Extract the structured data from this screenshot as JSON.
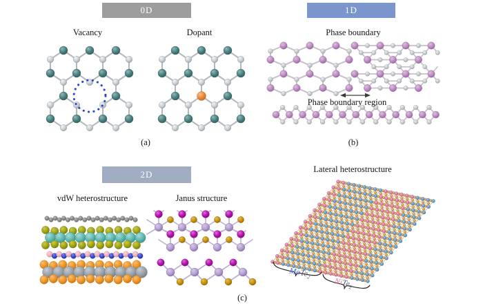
{
  "panels": {
    "a": {
      "bar": {
        "label": "0D",
        "color": "#9d9d9d"
      },
      "items": [
        {
          "label": "Vacancy"
        },
        {
          "label": "Dopant"
        }
      ],
      "caption": "(a)",
      "colors": {
        "bond": "#b3b8bc",
        "vacancy_ring": "#2945c8"
      }
    },
    "b": {
      "bar": {
        "label": "1D",
        "color": "#7b96cd"
      },
      "title": "Phase boundary",
      "region_label": "Phase boundary region",
      "caption": "(b)",
      "colors": {
        "bond": "#c9bfcb",
        "arrow": "#3a3a3a"
      }
    },
    "c": {
      "bar": {
        "label": "2D",
        "color": "#a1adc2"
      },
      "items": [
        {
          "label": "vdW heterostructure"
        },
        {
          "label": "Janus structure"
        },
        {
          "label": "Lateral heterostructure"
        }
      ],
      "caption": "(c)",
      "colors": {
        "janus_bond": "#bfaed2",
        "lateral_bond": "#d4a860",
        "brace": "#222222"
      },
      "lateral_labels": [
        {
          "element": "Mo",
          "element_color": "#4b69cc",
          "rest": "Te",
          "subscript": "2",
          "rest_color": "#5d5a6e"
        },
        {
          "element": "Ni",
          "element_color": "#e27ba6",
          "rest": "Te",
          "subscript": "2",
          "rest_color": "#5d5a6e"
        }
      ]
    }
  },
  "palette": {
    "teal": {
      "light": "#8fb7b5",
      "main": "#47807e",
      "dark": "#2e5a58"
    },
    "gray": {
      "light": "#f2f4f6",
      "main": "#c9ced2",
      "dark": "#969ca2"
    },
    "dopant": {
      "light": "#f6c08a",
      "main": "#e8883c",
      "dark": "#bf6320"
    },
    "purple": {
      "light": "#dcc0de",
      "main": "#bd8bc3",
      "dark": "#8f5f96"
    },
    "gray2": {
      "light": "#eff1f3",
      "main": "#c6cacd",
      "dark": "#999fa5"
    },
    "gph": {
      "light": "#b8babc",
      "main": "#898c8f",
      "dark": "#5f6265"
    },
    "olive": {
      "light": "#c9cc4a",
      "main": "#a2a512",
      "dark": "#70720c"
    },
    "cyanA": {
      "light": "#a8dcd6",
      "main": "#5fbab2",
      "dark": "#3c8a84"
    },
    "pinkBN": {
      "light": "#f8d7de",
      "main": "#eab4c0",
      "dark": "#d2899a"
    },
    "blueBN": {
      "light": "#7d8ae6",
      "main": "#3347d1",
      "dark": "#232e96"
    },
    "orangeA": {
      "light": "#f8c070",
      "main": "#ef9426",
      "dark": "#c06f12"
    },
    "grayL": {
      "light": "#c6ccd2",
      "main": "#99a1a9",
      "dark": "#6e767e"
    },
    "magenta": {
      "light": "#e06ad8",
      "main": "#b410b0",
      "dark": "#7c0a78"
    },
    "plum": {
      "light": "#d8c8e8",
      "main": "#b49fd2",
      "dark": "#7e6a9e"
    },
    "gold": {
      "light": "#e6c050",
      "main": "#c3900a",
      "dark": "#8a6404"
    },
    "tanTe": {
      "light": "#ecc890",
      "main": "#d8a458",
      "dark": "#a87834"
    },
    "moBlue": {
      "light": "#a6c6e2",
      "main": "#6b9fc9",
      "dark": "#477499"
    },
    "niPink": {
      "light": "#f0b2cc",
      "main": "#df7fa7",
      "dark": "#b2527c"
    }
  }
}
